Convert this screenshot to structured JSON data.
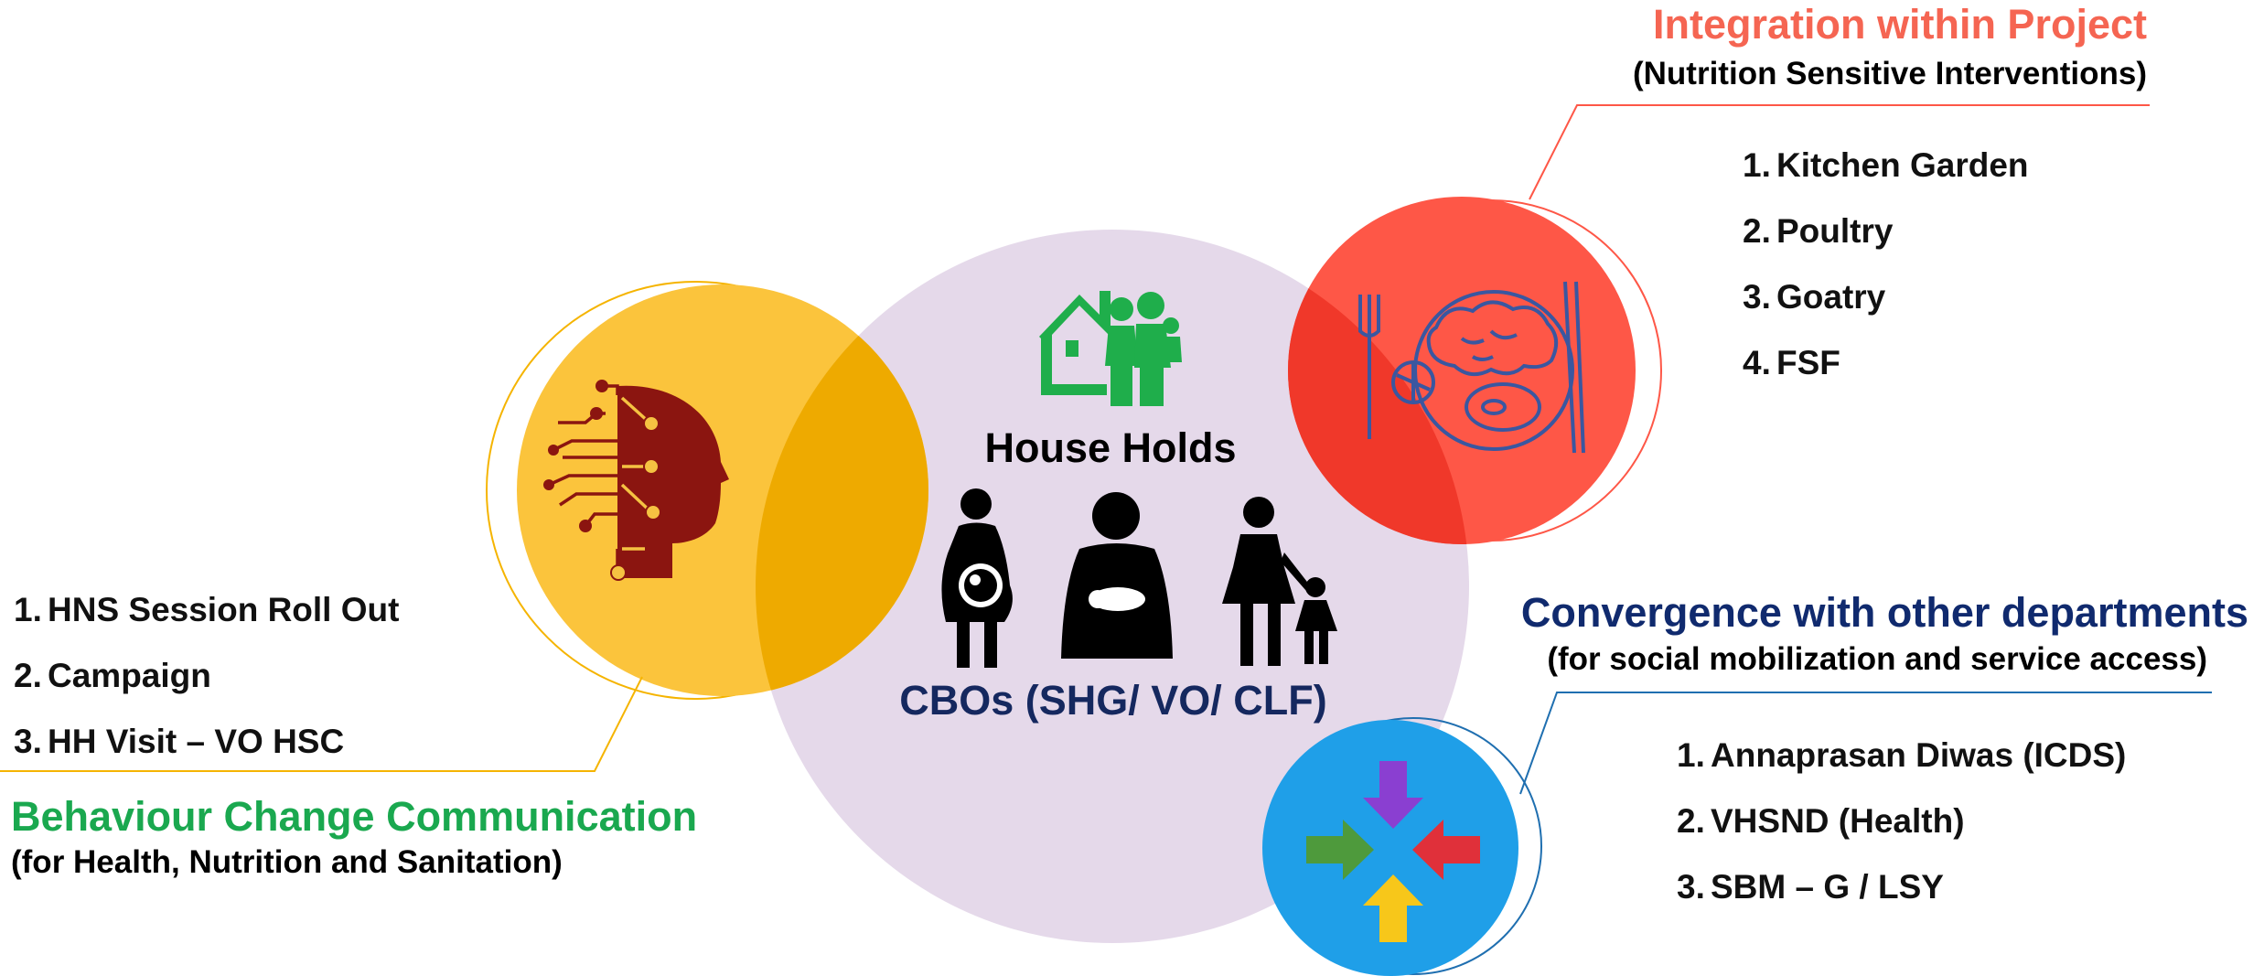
{
  "colors": {
    "center_circle": "#e5d9ea",
    "bcc_circle": "#fbc43c",
    "bcc_overlap": "#eeaa00",
    "bcc_heading": "#1aa84f",
    "integration_circle": "#fe5747",
    "integration_heading": "#f56552",
    "convergence_circle": "#1f9fe8",
    "convergence_heading": "#102a6e",
    "cbo_text": "#15285f",
    "households_icon": "#1fae4b",
    "head_icon": "#8b1510",
    "plate_icon": "#3a57a0",
    "list_text": "#111111"
  },
  "center": {
    "households_label": "House Holds",
    "cbos_label": "CBOs (SHG/ VO/ CLF)",
    "icons": [
      "house-family-icon",
      "pregnant-woman-icon",
      "mother-with-baby-icon",
      "mother-with-child-icon"
    ]
  },
  "integration": {
    "title": "Integration within Project",
    "subtitle": "(Nutrition Sensitive Interventions)",
    "icon": "food-plate-icon",
    "items": [
      {
        "num": "1.",
        "text": "Kitchen Garden"
      },
      {
        "num": "2.",
        "text": "Poultry"
      },
      {
        "num": "3.",
        "text": "Goatry"
      },
      {
        "num": "4.",
        "text": "FSF"
      }
    ]
  },
  "bcc": {
    "title": "Behaviour Change Communication",
    "subtitle": "(for Health, Nutrition and Sanitation)",
    "icon": "ai-head-icon",
    "items": [
      {
        "num": "1.",
        "text": "HNS Session Roll Out"
      },
      {
        "num": "2.",
        "text": "Campaign"
      },
      {
        "num": "3.",
        "text": "HH Visit – VO HSC"
      }
    ]
  },
  "convergence": {
    "title": "Convergence with other departments",
    "subtitle": "(for social mobilization and service access)",
    "icon": "converging-arrows-icon",
    "items": [
      {
        "num": "1.",
        "text": "Annaprasan Diwas (ICDS)"
      },
      {
        "num": "2.",
        "text": "VHSND (Health)"
      },
      {
        "num": "3.",
        "text": "SBM – G / LSY"
      }
    ]
  }
}
